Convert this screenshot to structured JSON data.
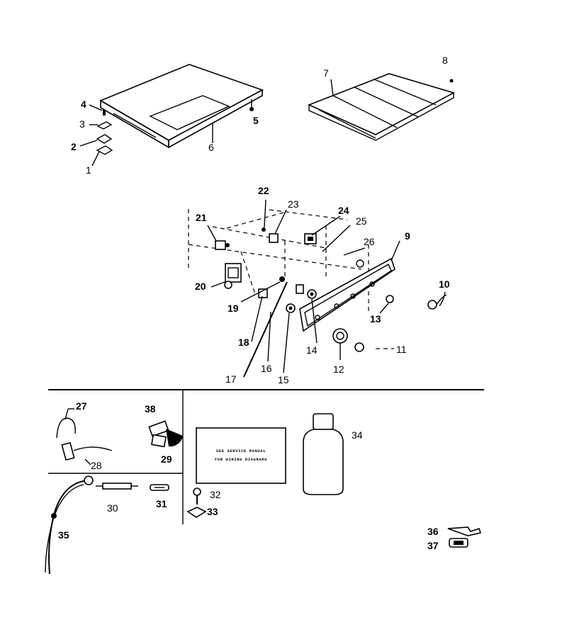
{
  "callouts": {
    "c1": "1",
    "c2": "2",
    "c3": "3",
    "c4": "4",
    "c5": "5",
    "c6": "6",
    "c7": "7",
    "c8": "8",
    "c9": "9",
    "c10": "10",
    "c11": "11",
    "c12": "12",
    "c13": "13",
    "c14": "14",
    "c15": "15",
    "c16": "16",
    "c17": "17",
    "c18": "18",
    "c19": "19",
    "c20": "20",
    "c21": "21",
    "c22": "22",
    "c23": "23",
    "c24": "24",
    "c25": "25",
    "c26": "26",
    "c27": "27",
    "c28": "28",
    "c29": "29",
    "c30": "30",
    "c31": "31",
    "c32": "32",
    "c33": "33",
    "c34": "34",
    "c35": "35",
    "c36": "36",
    "c37": "37",
    "c38": "38"
  },
  "wiring_card": {
    "line1": "SEE SERVICE MANUAL",
    "line2": "FOR WIRING DIAGRAMS"
  }
}
